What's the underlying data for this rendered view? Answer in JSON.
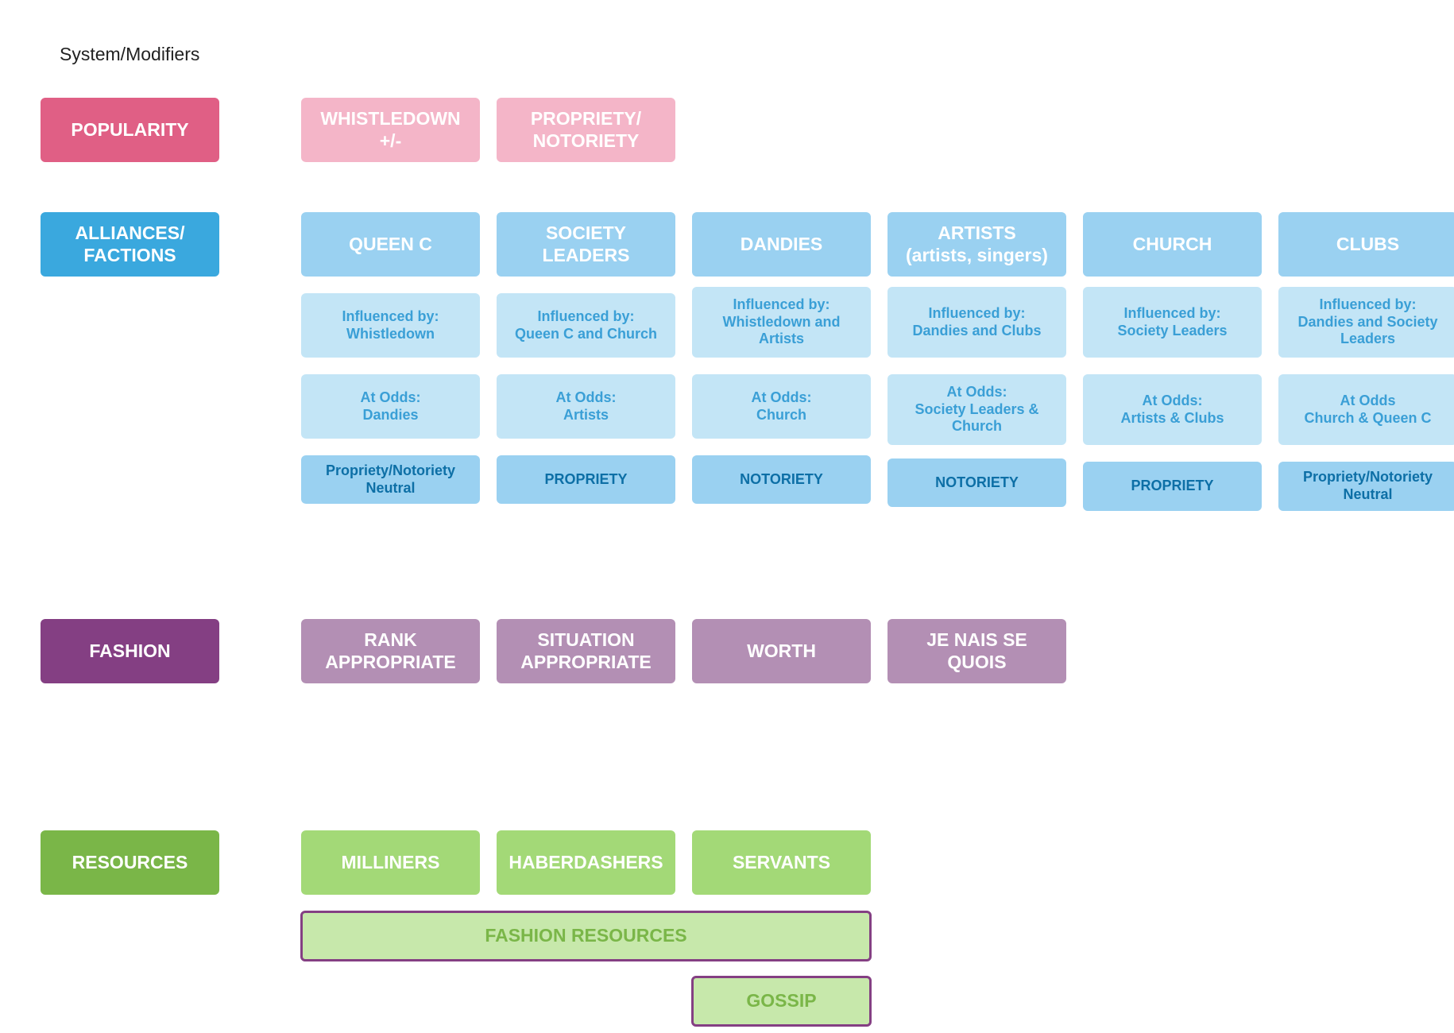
{
  "title": "System/Modifiers",
  "colors": {
    "popularity": "#e05f85",
    "popularity_light": "#f4b5c8",
    "alliances": "#3aa8de",
    "alliances_light": "#9ad1f1",
    "alliances_pale": "#c3e5f6",
    "fashion": "#843f83",
    "fashion_light": "#b38fb4",
    "resources": "#7ab648",
    "resources_light": "#a3d977",
    "resources_pale": "#c7e8ab"
  },
  "popularity": {
    "label": "POPULARITY",
    "items": [
      "WHISTLEDOWN\n+/-",
      "PROPRIETY/\nNOTORIETY"
    ]
  },
  "alliances": {
    "label": "ALLIANCES/\nFACTIONS",
    "factions": [
      {
        "name": "QUEEN C",
        "influenced": "Influenced by:\nWhistledown",
        "odds": "At Odds:\nDandies",
        "alignment": "Propriety/Notoriety\nNeutral"
      },
      {
        "name": "SOCIETY\nLEADERS",
        "influenced": "Influenced by:\nQueen C and Church",
        "odds": "At Odds:\nArtists",
        "alignment": "PROPRIETY"
      },
      {
        "name": "DANDIES",
        "influenced": "Influenced by:\nWhistledown and\nArtists",
        "odds": "At Odds:\nChurch",
        "alignment": "NOTORIETY"
      },
      {
        "name": "ARTISTS\n(artists, singers)",
        "influenced": "Influenced by:\nDandies and Clubs",
        "odds": "At Odds:\nSociety Leaders &\nChurch",
        "alignment": "NOTORIETY"
      },
      {
        "name": "CHURCH",
        "influenced": "Influenced by:\nSociety Leaders",
        "odds": "At Odds:\nArtists & Clubs",
        "alignment": "PROPRIETY"
      },
      {
        "name": "CLUBS",
        "influenced": "Influenced by:\nDandies and Society\nLeaders",
        "odds": "At Odds\nChurch & Queen C",
        "alignment": "Propriety/Notoriety\nNeutral"
      }
    ]
  },
  "fashion": {
    "label": "FASHION",
    "items": [
      "RANK\nAPPROPRIATE",
      "SITUATION\nAPPROPRIATE",
      "WORTH",
      "JE NAIS SE\nQUOIS"
    ]
  },
  "resources": {
    "label": "RESOURCES",
    "items": [
      "MILLINERS",
      "HABERDASHERS",
      "SERVANTS"
    ],
    "fashion_resources": "FASHION RESOURCES",
    "gossip": "GOSSIP"
  }
}
